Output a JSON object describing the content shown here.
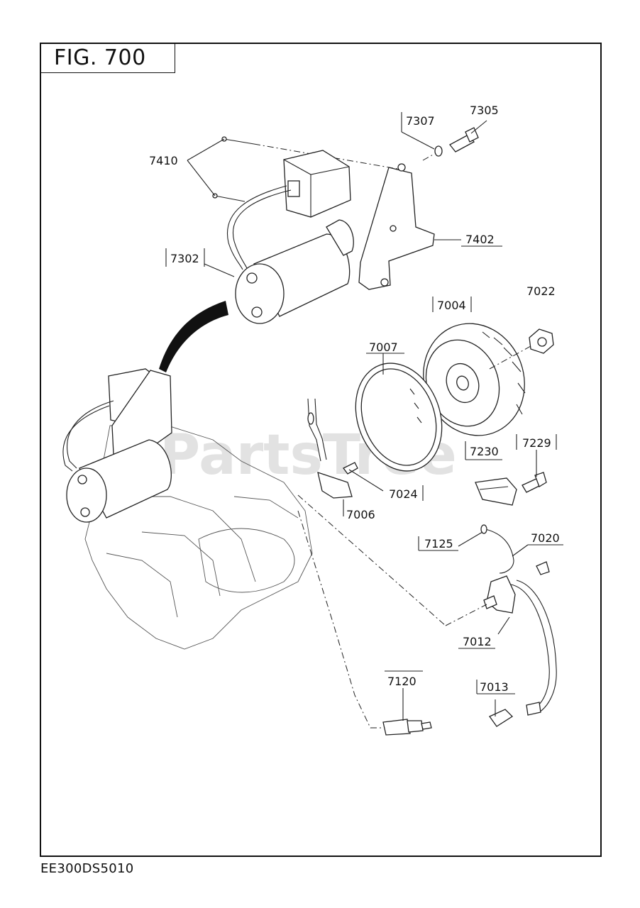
{
  "figure": {
    "title": "FIG. 700",
    "document_code": "EE300DS5010"
  },
  "watermark": "PartsTree",
  "parts": {
    "p7410": "7410",
    "p7307": "7307",
    "p7305": "7305",
    "p7402": "7402",
    "p7302": "7302",
    "p7022": "7022",
    "p7004": "7004",
    "p7007": "7007",
    "p7230": "7230",
    "p7229": "7229",
    "p7024": "7024",
    "p7006": "7006",
    "p7125": "7125",
    "p7020": "7020",
    "p7012": "7012",
    "p7120": "7120",
    "p7013": "7013"
  }
}
